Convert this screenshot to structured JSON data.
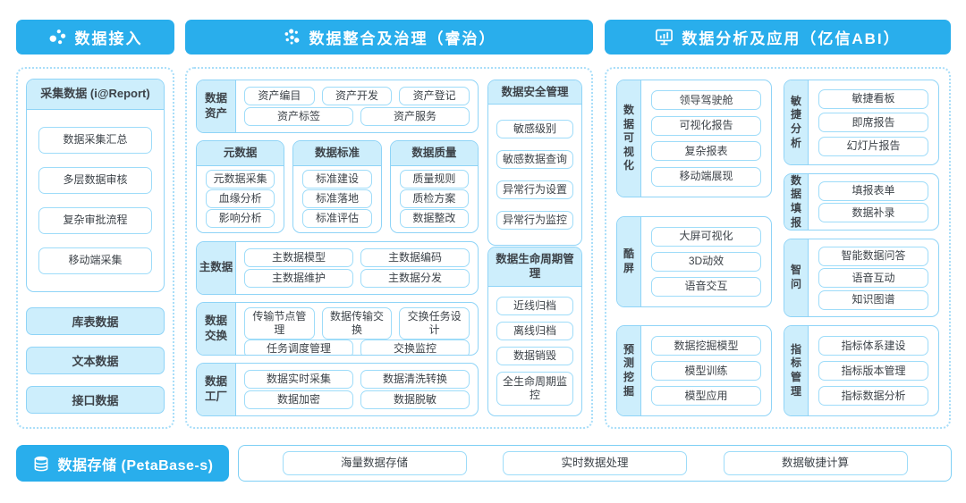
{
  "access": {
    "title": "数据接入",
    "icon": "network-dots-icon",
    "collect": {
      "title": "采集数据 (i@Report)",
      "items": [
        "数据采集汇总",
        "多层数据审核",
        "复杂审批流程",
        "移动端采集"
      ]
    },
    "sources": [
      "库表数据",
      "文本数据",
      "接口数据"
    ]
  },
  "governance": {
    "title": "数据整合及治理（睿治）",
    "icon": "dots-cluster-icon",
    "asset": {
      "label": "数据资产",
      "row1": [
        "资产编目",
        "资产开发",
        "资产登记"
      ],
      "row2": [
        "资产标签",
        "资产服务"
      ]
    },
    "pillars": [
      {
        "title": "元数据",
        "items": [
          "元数据采集",
          "血缘分析",
          "影响分析"
        ]
      },
      {
        "title": "数据标准",
        "items": [
          "标准建设",
          "标准落地",
          "标准评估"
        ]
      },
      {
        "title": "数据质量",
        "items": [
          "质量规则",
          "质检方案",
          "数据整改"
        ]
      }
    ],
    "master": {
      "label": "主数据",
      "row1": [
        "主数据模型",
        "主数据编码"
      ],
      "row2": [
        "主数据维护",
        "主数据分发"
      ]
    },
    "exchange": {
      "label": "数据交换",
      "row1": [
        "传输节点管理",
        "数据传输交换",
        "交换任务设计"
      ],
      "row2": [
        "任务调度管理",
        "交换监控"
      ]
    },
    "factory": {
      "label": "数据工厂",
      "row1": [
        "数据实时采集",
        "数据清洗转换"
      ],
      "row2": [
        "数据加密",
        "数据脱敏"
      ]
    },
    "security": {
      "title": "数据安全管理",
      "items": [
        "敏感级别",
        "敏感数据查询",
        "异常行为设置",
        "异常行为监控"
      ]
    },
    "lifecycle": {
      "title": "数据生命周期管理",
      "items": [
        "近线归档",
        "离线归档",
        "数据销毁",
        "全生命周期监控"
      ]
    }
  },
  "analysis": {
    "title": "数据分析及应用（亿信ABI）",
    "icon": "monitor-chart-icon",
    "left_groups": [
      {
        "label": "数据可视化",
        "items": [
          "领导驾驶舱",
          "可视化报告",
          "复杂报表",
          "移动端展现"
        ]
      },
      {
        "label": "酷屏",
        "items": [
          "大屏可视化",
          "3D动效",
          "语音交互"
        ]
      },
      {
        "label": "预测挖掘",
        "items": [
          "数据挖掘模型",
          "模型训练",
          "模型应用"
        ]
      }
    ],
    "right_groups": [
      {
        "label": "敏捷分析",
        "items": [
          "敏捷看板",
          "即席报告",
          "幻灯片报告"
        ]
      },
      {
        "label": "数据填报",
        "items": [
          "填报表单",
          "数据补录"
        ]
      },
      {
        "label": "智问",
        "items": [
          "智能数据问答",
          "语音互动",
          "知识图谱"
        ]
      },
      {
        "label": "指标管理",
        "items": [
          "指标体系建设",
          "指标版本管理",
          "指标数据分析"
        ]
      }
    ]
  },
  "storage": {
    "title": "数据存储 (PetaBase-s)",
    "icon": "database-icon",
    "items": [
      "海量数据存储",
      "实时数据处理",
      "数据敏捷计算"
    ]
  },
  "colors": {
    "header_blue": "#29aeec",
    "light_fill": "#cdeefc",
    "box_border": "#8fd4f7",
    "pill_border": "#9edcf9",
    "dotted_border": "#a9def9",
    "text": "#3d4349",
    "header_text": "#ffffff"
  }
}
